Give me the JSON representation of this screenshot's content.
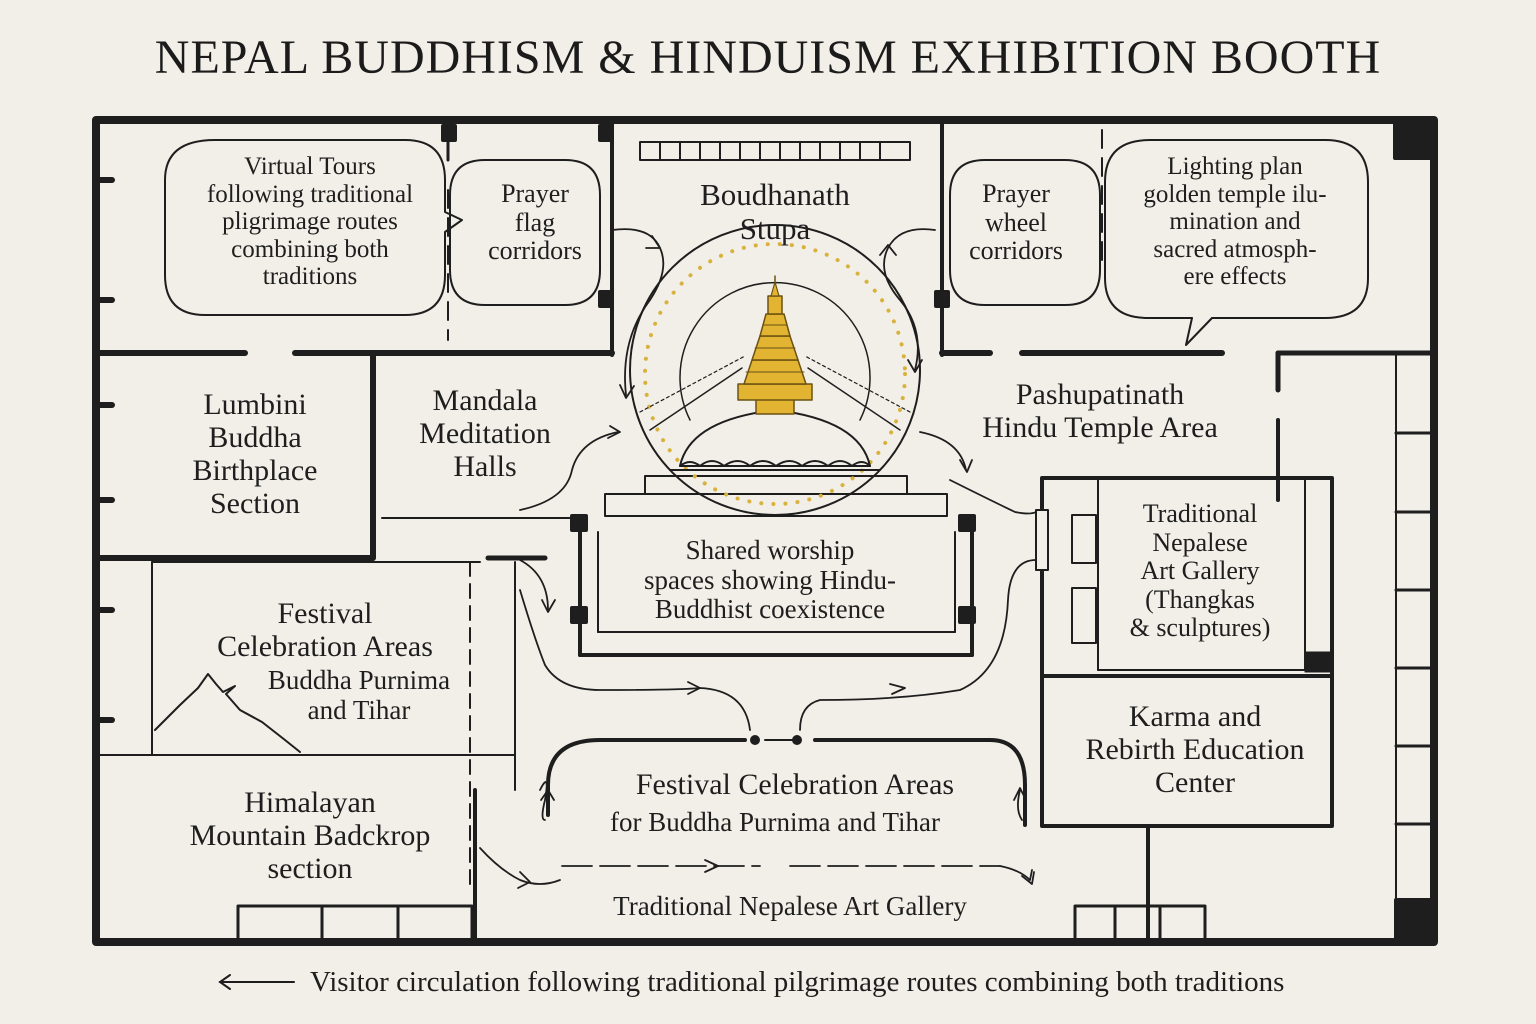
{
  "title": "NEPAL BUDDHISM & HINDUISM EXHIBITION BOOTH",
  "colors": {
    "background": "#f2efe8",
    "ink": "#1e1e1e",
    "stupa_gold": "#e2b431",
    "halo_dots": "#d8b23c"
  },
  "zones": {
    "virtual_tours": [
      "Virtual Tours",
      "following traditional",
      "pligrimage routes",
      "combining both",
      "traditions"
    ],
    "prayer_flag": [
      "Prayer",
      "flag",
      "corridors"
    ],
    "boudhanath": [
      "Boudhanath",
      "Stupa"
    ],
    "prayer_wheel": [
      "Prayer",
      "wheel",
      "corridors"
    ],
    "lighting_plan": [
      "Lighting plan",
      "golden temple ilu-",
      "mination and",
      "sacred atmosph-",
      "ere effects"
    ],
    "lumbini": [
      "Lumbini",
      "Buddha",
      "Birthplace",
      "Section"
    ],
    "mandala": [
      "Mandala",
      "Meditation",
      "Halls"
    ],
    "pashupatinath": [
      "Pashupatinath",
      "Hindu Temple Area"
    ],
    "shared_worship": [
      "Shared worship",
      "spaces showing Hindu-",
      "Buddhist coexistence"
    ],
    "art_gallery_right": [
      "Traditional",
      "Nepalese",
      "Art Gallery",
      "(Thangkas",
      "& sculptures)"
    ],
    "festival_left": [
      "Festival",
      "Celebration Areas"
    ],
    "festival_left_sub": [
      "Buddha Purnima",
      "and Tihar"
    ],
    "karma": [
      "Karma and",
      "Rebirth Education",
      "Center"
    ],
    "festival_center": [
      "Festival Celebration Areas"
    ],
    "festival_center_sub": [
      "for Buddha Purnima and Tihar"
    ],
    "himalayan": [
      "Himalayan",
      "Mountain Badckrop",
      "section"
    ],
    "art_gallery_bottom": [
      "Traditional Nepalese Art Gallery"
    ]
  },
  "legend": {
    "icon": "left-arrow-icon",
    "text": "Visitor circulation following traditional pilgrimage routes combining both traditions"
  }
}
